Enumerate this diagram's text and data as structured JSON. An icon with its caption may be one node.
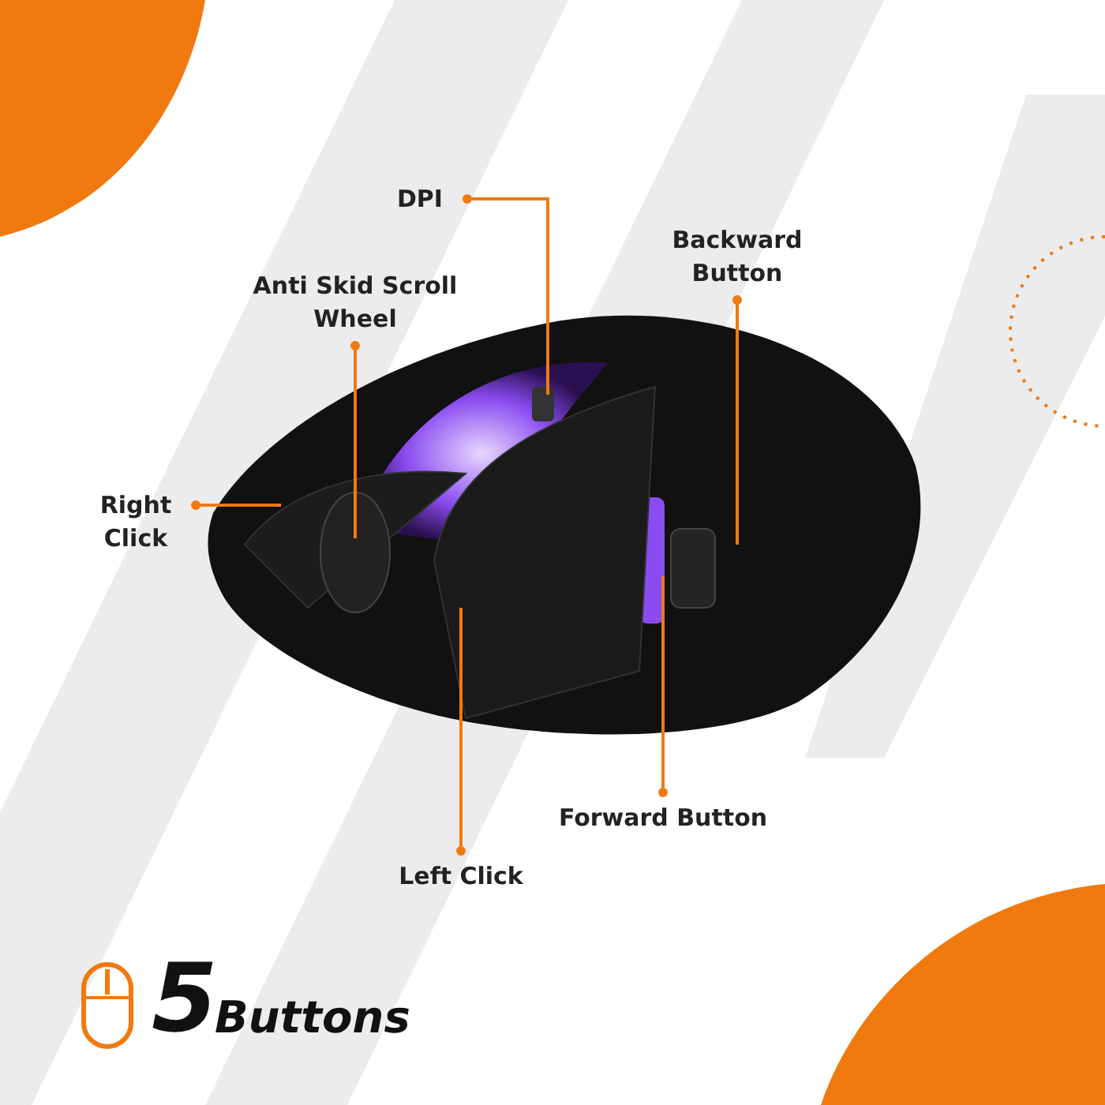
{
  "diagram": {
    "nodes": [
      {
        "text": [
          "DPI"
        ]
      },
      {
        "text": [
          "Anti Skid Scroll Wheel"
        ]
      },
      {
        "text": [
          "Backward Button"
        ]
      },
      {
        "text": [
          "Right Click"
        ]
      },
      {
        "text": [
          "Forward Button"
        ]
      },
      {
        "text": [
          "Left Click"
        ]
      },
      {
        "text": [],
        "shape": "picture"
      }
    ],
    "edges": [
      {
        "from": 0,
        "to": 6,
        "arrow": "other"
      },
      {
        "from": 1,
        "to": 6,
        "arrow": "other"
      },
      {
        "from": 2,
        "to": 6,
        "arrow": "other"
      },
      {
        "from": 3,
        "to": 6,
        "arrow": "other"
      },
      {
        "from": 4,
        "to": 6,
        "arrow": "other"
      },
      {
        "from": 5,
        "to": 6,
        "arrow": "other"
      }
    ],
    "labels": [
      "5",
      "Buttons"
    ]
  }
}
